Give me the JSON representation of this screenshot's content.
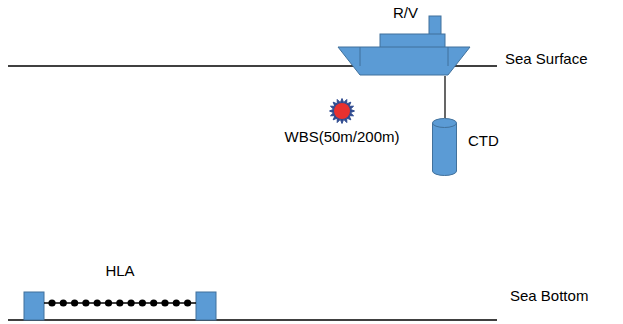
{
  "diagram": {
    "nodes": [
      {
        "text": [
          "R/V"
        ]
      },
      {
        "text": [
          "CTD"
        ]
      },
      {
        "text": [
          "WBS(50m/200m)"
        ]
      },
      {
        "text": [
          "HLA"
        ]
      }
    ],
    "edges": [
      {
        "from": 0,
        "to": 1,
        "arrow": "none"
      }
    ],
    "labels": [
      "Sea Surface",
      "Sea Bottom"
    ]
  }
}
